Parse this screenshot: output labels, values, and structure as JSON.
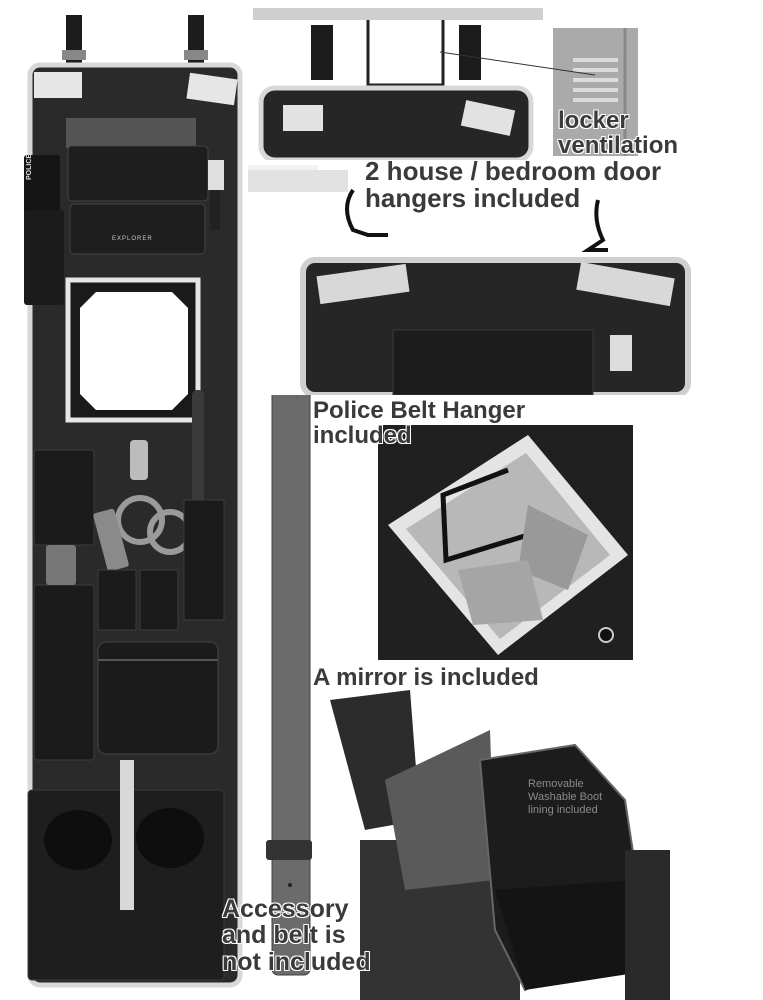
{
  "captions": {
    "locker_ventilation": "locker ventilation",
    "door_hangers": "2 house / bedroom door hangers included",
    "belt_hanger": "Police Belt Hanger included",
    "mirror": "A mirror is included",
    "not_included": "Accessory and belt is not included",
    "boot_lining": "Removable Washable Boot lining included"
  },
  "product_labels": {
    "police_tag": "POLICE",
    "brand_tag": "EXPLORER"
  },
  "colors": {
    "bag_body": "#2a2a2a",
    "bag_trim": "#d8d8d8",
    "belt": "#6b6b6b",
    "caption_text": "#3a3a3a"
  }
}
